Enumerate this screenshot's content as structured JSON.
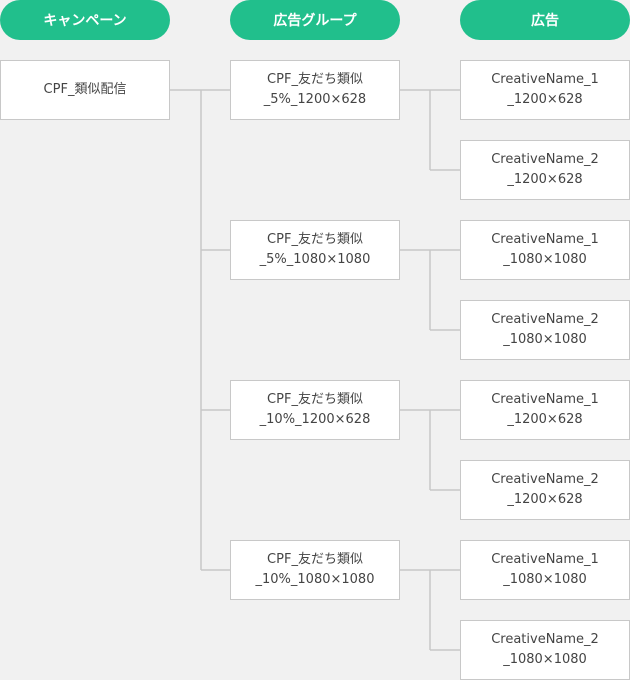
{
  "headers": {
    "campaign": "キャンペーン",
    "adgroup": "広告グループ",
    "ad": "広告"
  },
  "campaign": {
    "label": "CPF_類似配信"
  },
  "adgroups": [
    {
      "line1": "CPF_友だち類似",
      "line2": "_5%_1200×628",
      "ads": [
        {
          "line1": "CreativeName_1",
          "line2": "_1200×628"
        },
        {
          "line1": "CreativeName_2",
          "line2": "_1200×628"
        }
      ]
    },
    {
      "line1": "CPF_友だち類似",
      "line2": "_5%_1080×1080",
      "ads": [
        {
          "line1": "CreativeName_1",
          "line2": "_1080×1080"
        },
        {
          "line1": "CreativeName_2",
          "line2": "_1080×1080"
        }
      ]
    },
    {
      "line1": "CPF_友だち類似",
      "line2": "_10%_1200×628",
      "ads": [
        {
          "line1": "CreativeName_1",
          "line2": "_1200×628"
        },
        {
          "line1": "CreativeName_2",
          "line2": "_1200×628"
        }
      ]
    },
    {
      "line1": "CPF_友だち類似",
      "line2": "_10%_1080×1080",
      "ads": [
        {
          "line1": "CreativeName_1",
          "line2": "_1080×1080"
        },
        {
          "line1": "CreativeName_2",
          "line2": "_1080×1080"
        }
      ]
    }
  ]
}
